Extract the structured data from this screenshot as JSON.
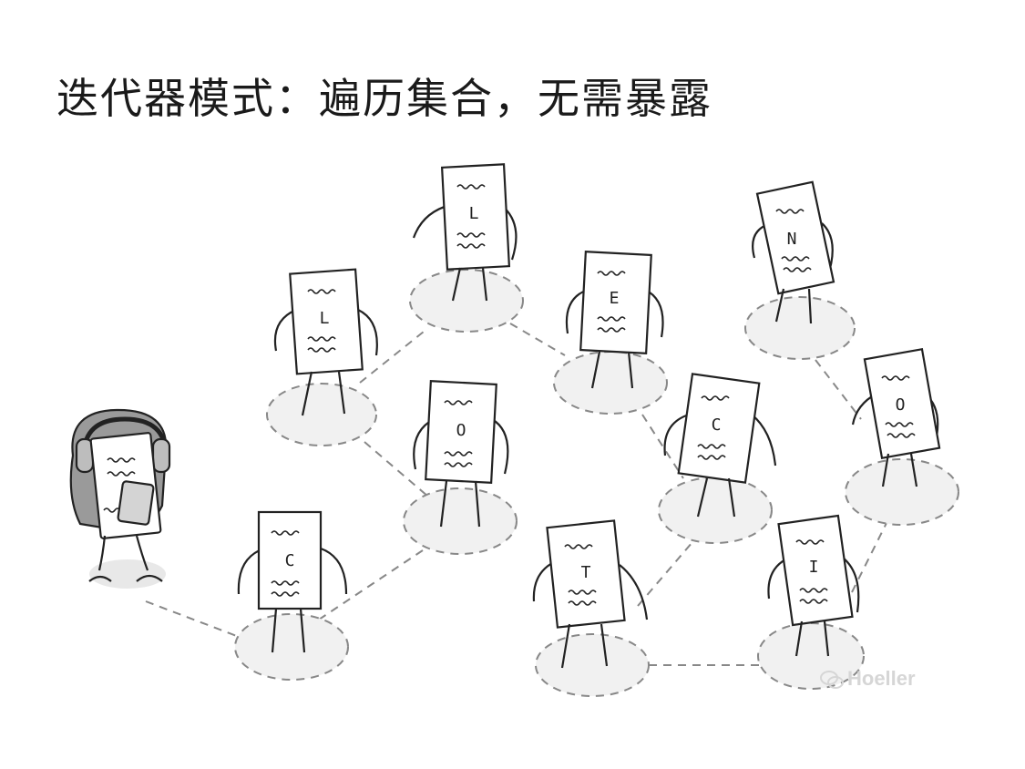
{
  "title": "迭代器模式：遍历集合，无需暴露",
  "watermark": "Hoeller",
  "cards": [
    {
      "name": "card-c",
      "letter": "C"
    },
    {
      "name": "card-o-1",
      "letter": "O"
    },
    {
      "name": "card-l-1",
      "letter": "L"
    },
    {
      "name": "card-l-2",
      "letter": "L"
    },
    {
      "name": "card-e",
      "letter": "E"
    },
    {
      "name": "card-c-2",
      "letter": "C"
    },
    {
      "name": "card-t",
      "letter": "T"
    },
    {
      "name": "card-i",
      "letter": "I"
    },
    {
      "name": "card-o-2",
      "letter": "O"
    },
    {
      "name": "card-n",
      "letter": "N"
    }
  ]
}
